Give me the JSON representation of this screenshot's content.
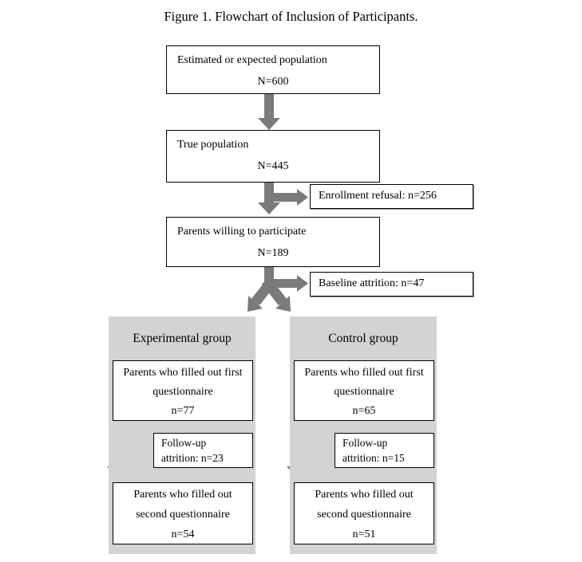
{
  "title": "Figure 1. Flowchart of Inclusion of Participants.",
  "colors": {
    "arrow": "#7a7a7a",
    "column_bg": "#d3d3d3",
    "box_bg": "#ffffff",
    "border": "#000000"
  },
  "flow": {
    "estimated": {
      "label": "Estimated or expected population",
      "n": "N=600"
    },
    "true_population": {
      "label": "True population",
      "n": "N=445"
    },
    "enrollment_refusal": {
      "label": "Enrollment refusal: n=256"
    },
    "willing": {
      "label": "Parents willing to participate",
      "n": "N=189"
    },
    "baseline_attrition": {
      "label": "Baseline attrition: n=47"
    }
  },
  "groups": [
    {
      "header": "Experimental group",
      "first_questionnaire": {
        "line1": "Parents who filled out first",
        "line2": "questionnaire",
        "n": "n=77"
      },
      "followup_attrition": {
        "line1": "Follow-up",
        "line2": "attrition: n=23"
      },
      "second_questionnaire": {
        "line1": "Parents who filled out",
        "line2": "second questionnaire",
        "n": "n=54"
      }
    },
    {
      "header": "Control group",
      "first_questionnaire": {
        "line1": "Parents who filled out first",
        "line2": "questionnaire",
        "n": "n=65"
      },
      "followup_attrition": {
        "line1": "Follow-up",
        "line2": "attrition: n=15"
      },
      "second_questionnaire": {
        "line1": "Parents who filled out",
        "line2": "second questionnaire",
        "n": "n=51"
      }
    }
  ]
}
